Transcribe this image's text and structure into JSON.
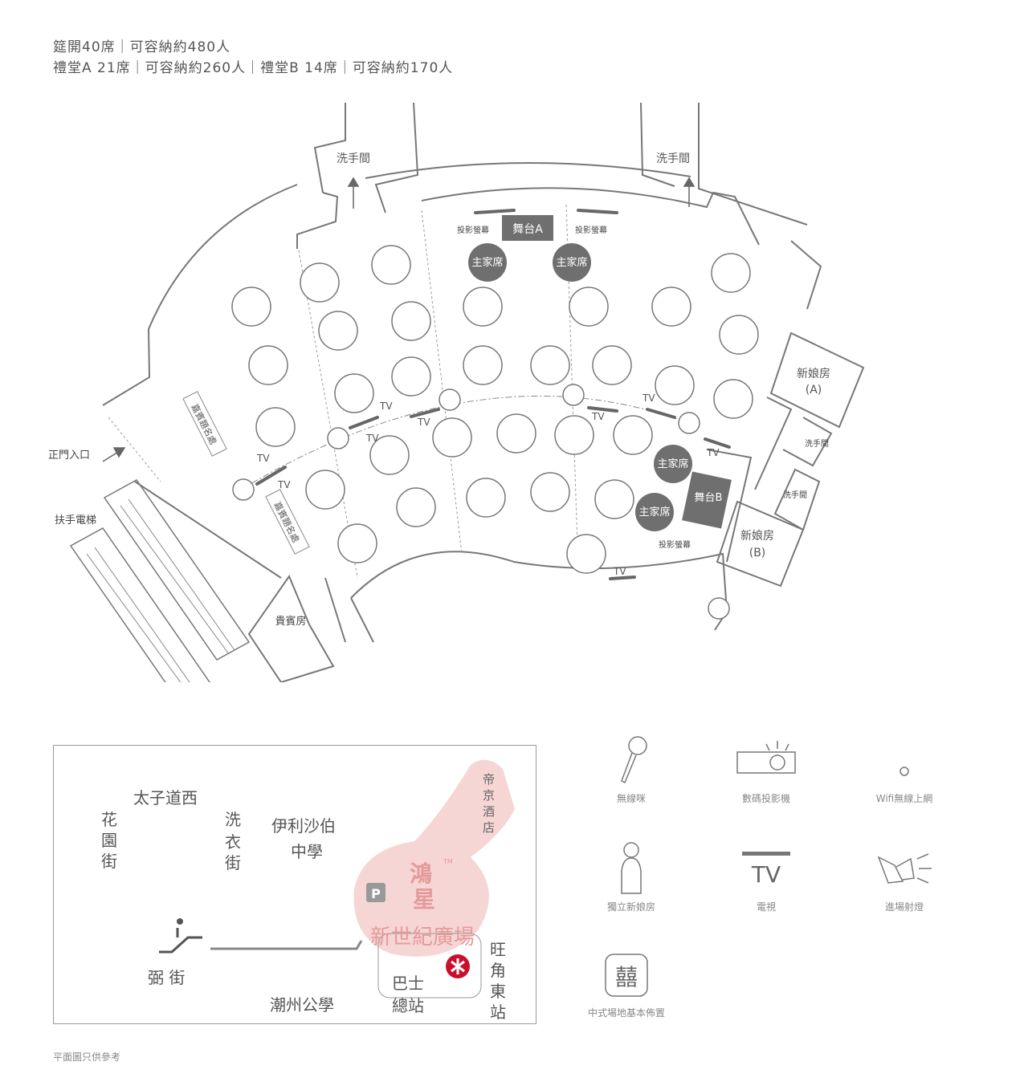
{
  "header": {
    "line1": "筵開40席｜可容納約480人",
    "line2": "禮堂A 21席｜可容納約260人｜禮堂B 14席｜可容納約170人"
  },
  "floorplan": {
    "restroom": "洗手間",
    "stage_a": "舞台A",
    "stage_b": "舞台B",
    "screen": "投影螢幕",
    "head_table": "主家席",
    "bride_room_a": [
      "新娘房",
      "(A)"
    ],
    "bride_room_b": [
      "新娘房",
      "(B)"
    ],
    "main_entrance": "正門入口",
    "escalator": "扶手電梯",
    "vip_room": "貴賓房",
    "guest_signin": "嘉賓題名處",
    "tv": "TV"
  },
  "location_map": {
    "princes_road": "太子道西",
    "garden_st": [
      "花",
      "園",
      "街"
    ],
    "sai_yee_st": [
      "洗",
      "衣",
      "街"
    ],
    "school": [
      "伊利沙伯",
      "中學"
    ],
    "hotel": [
      "帝",
      "京",
      "酒",
      "店"
    ],
    "tm": "TM",
    "brand_glyphs": [
      "鴻",
      "星"
    ],
    "plaza": "新世紀廣場",
    "parking": "P",
    "mong_kok_east": [
      "旺",
      "角",
      "東",
      "站"
    ],
    "bus_terminus": [
      "巴士",
      "總站"
    ],
    "bute_st": "弼 街",
    "chiu_chow_school": "潮州公學"
  },
  "legend": [
    {
      "icon": "microphone-icon",
      "label": "無線咪"
    },
    {
      "icon": "projector-icon",
      "label": "數碼投影機"
    },
    {
      "icon": "wifi-icon",
      "label": "Wifi無線上網"
    },
    {
      "icon": "bride-room-icon",
      "label": "獨立新娘房"
    },
    {
      "icon": "tv-icon",
      "label": "電視",
      "glyph": "TV"
    },
    {
      "icon": "spotlight-icon",
      "label": "進場射燈"
    },
    {
      "icon": "double-happiness-icon",
      "label": "中式場地基本佈置",
      "glyph": "囍"
    }
  ],
  "footer_note": "平面圖只供參考",
  "colors": {
    "line": "#777777",
    "dark_fill": "#6f6f6f",
    "pink": "#f6d5d5",
    "pink_text": "#e59a9a",
    "mtr_red": "#c8102e"
  }
}
